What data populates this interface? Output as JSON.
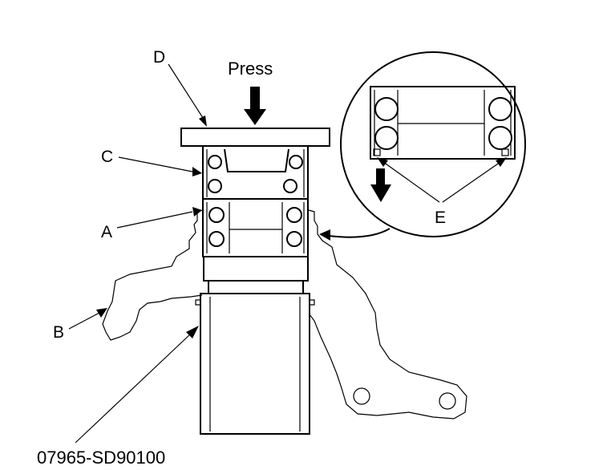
{
  "labels": {
    "press": "Press",
    "d": "D",
    "c": "C",
    "a": "A",
    "b": "B",
    "e": "E",
    "tool": "07965-SD90100"
  },
  "colors": {
    "ink": "#000000",
    "paper": "#ffffff"
  }
}
